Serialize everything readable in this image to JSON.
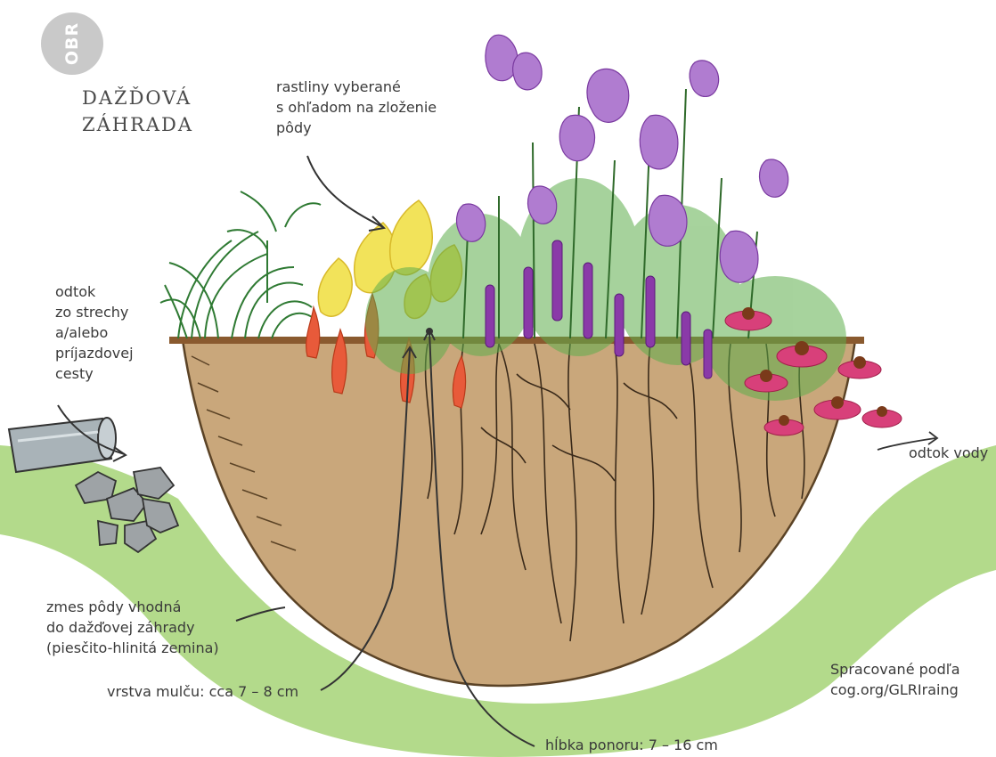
{
  "badge": "OBR",
  "title": [
    "DAŽĎOVÁ",
    "ZÁHRADA"
  ],
  "labels": {
    "plants": [
      "rastliny vyberané",
      "s ohľadom na zloženie",
      "pôdy"
    ],
    "roof_runoff": [
      "odtok",
      "zo strechy",
      "a/alebo",
      "príjazdovej",
      "cesty"
    ],
    "outflow": "odtok vody",
    "soil_mix": [
      "zmes pôdy vhodná",
      "do dažďovej záhrady",
      "(piesčito-hlinitá zemina)"
    ],
    "mulch": "vrstva mulču: cca 7 – 8 cm",
    "depth": "hĺbka ponoru: 7 – 16 cm",
    "source": [
      "Spracované podľa",
      "cog.org/GLRIraing"
    ]
  },
  "colors": {
    "grass_ground": "#9bcf6a",
    "soil": "#c8a679",
    "mulch": "#8a5a2f",
    "grass_blades": "#3f8a3a",
    "foliage": "#5daa4a",
    "yellow_flowers": "#f2e35a",
    "red_flowers": "#e85a3a",
    "purple_flowers": "#a86cc8",
    "liatris": "#8a3aa8",
    "coneflower": "#d8407a",
    "pipe": "#a9b3b8",
    "rocks": "#9ea3a6"
  }
}
